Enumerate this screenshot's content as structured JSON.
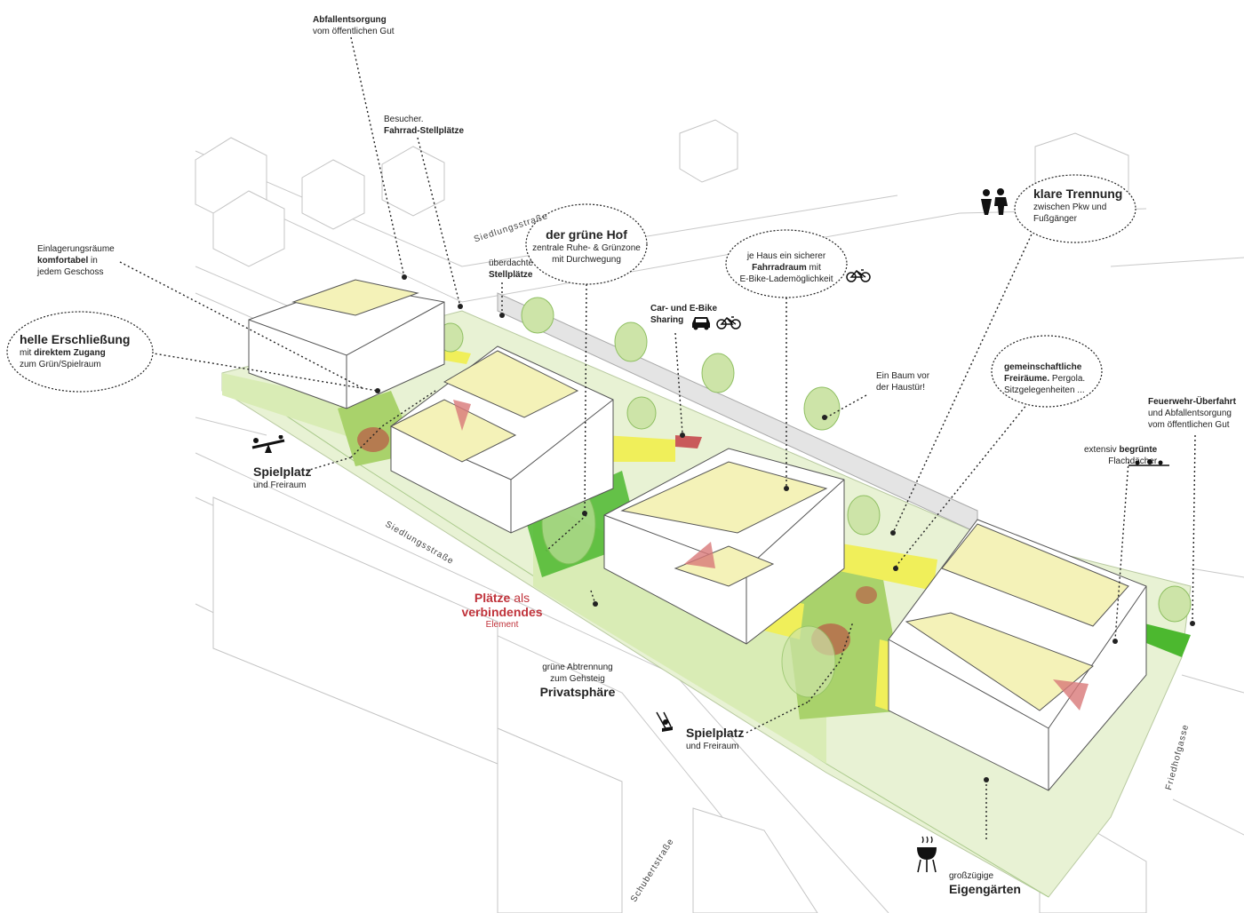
{
  "colors": {
    "green_light": "#d9ecb5",
    "green_mid": "#a9d26b",
    "green_strong": "#4cb82f",
    "yellow": "#f0ef5a",
    "yellow_pale": "#f4f2b8",
    "red_accent": "#c0333b",
    "building": "#ffffff",
    "outline": "#555555",
    "street_line": "#bbbbbb"
  },
  "streets": {
    "siedlung_top": "Siedlungsstraße",
    "siedlung_main": "Siedlungsstraße",
    "schubert": "Schubertstraße",
    "friedhof": "Friedhofgasse"
  },
  "annotations": {
    "abfall_top": {
      "bold": "Abfallentsorgung",
      "rest": "vom öffentlichen Gut"
    },
    "besucher": {
      "line1": "Besucher.",
      "bold": "Fahrrad-Stellplätze"
    },
    "einlagerung": {
      "line1": "Einlagerungsräume",
      "bold": "komfortabel",
      "rest": " in",
      "line3": "jedem Geschoss"
    },
    "helle": {
      "title": "helle Erschließung",
      "pre": "mit ",
      "bold": "direktem Zugang",
      "line3": "zum Grün/Spielraum"
    },
    "gruene_hof": {
      "title": "der grüne Hof",
      "line2": "zentrale Ruhe- & Grünzone",
      "line3": "mit Durchwegung"
    },
    "ueberdachte": {
      "line1": "überdachte",
      "bold": "Stellplätze"
    },
    "car_sharing": {
      "line1": "Car- und E-Bike",
      "line2": "Sharing"
    },
    "fahrradraum": {
      "line1": "je Haus ein sicherer",
      "bold": "Fahrradraum",
      "rest": " mit",
      "line3": "E-Bike-Lademöglichkeit"
    },
    "klare": {
      "title": "klare Trennung",
      "line2": "zwischen Pkw und",
      "line3": "Fußgänger"
    },
    "baum": {
      "line1": "Ein Baum vor",
      "line2": "der Haustür!"
    },
    "gemeinschaft": {
      "bold1": "gemeinschaftliche",
      "bold2": "Freiräume.",
      "rest2": " Pergola.",
      "line3": "Sitzgelegenheiten ..."
    },
    "feuerwehr": {
      "bold": "Feuerwehr-Überfahrt",
      "line2": "und Abfallentsorgung",
      "line3": "vom öffentlichen Gut"
    },
    "extensiv": {
      "pre": "extensiv ",
      "bold": "begrünte",
      "line2": "Flachdächer"
    },
    "spielplatz1": {
      "title": "Spielplatz",
      "sub": "und Freiraum"
    },
    "plaetze": {
      "bold1": "Plätze",
      "rest1": " als",
      "bold2": "verbindendes",
      "line3": "Element"
    },
    "abtrennung": {
      "line1": "grüne Abtrennung",
      "line2": "zum Gehsteig",
      "title": "Privatsphäre"
    },
    "spielplatz2": {
      "title": "Spielplatz",
      "sub": "und Freiraum"
    },
    "eigengaerten": {
      "line1": "großzügige",
      "title": "Eigengärten"
    }
  }
}
